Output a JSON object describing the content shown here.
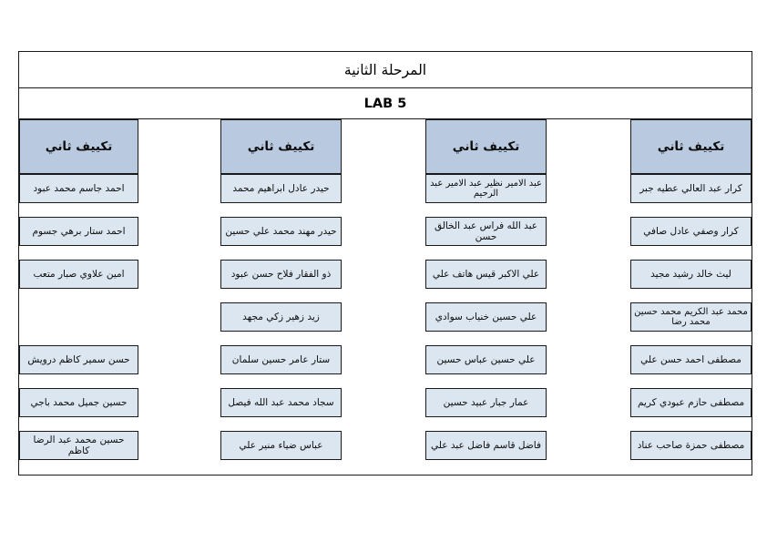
{
  "document": {
    "title": "المرحلة الثانية",
    "lab_label": "LAB 5"
  },
  "group_header_label": "تكييف ثاني",
  "groups": [
    {
      "id": "group-1",
      "header": "تكييف ثاني",
      "names": [
        "كرار عبد العالي عطيه جبر",
        "كرار وصفي عادل صافي",
        "ليث خالد رشيد مجيد",
        "محمد عبد الكريم محمد حسين محمد رضا",
        "مصطفى احمد حسن علي",
        "مصطفى حازم عبودي كريم",
        "مصطفى حمزة صاحب عناد"
      ]
    },
    {
      "id": "group-2",
      "header": "تكييف ثاني",
      "names": [
        "عبد الامير نظير عبد الامير عبد الرحيم",
        "عبد الله فراس عبد الخالق حسن",
        "علي الاكبر قيس هاتف علي",
        "علي حسين خنياب سوادي",
        "علي حسين عباس حسين",
        "عمار جبار عبيد حسين",
        "فاضل قاسم فاضل عبد علي"
      ]
    },
    {
      "id": "group-3",
      "header": "تكييف ثاني",
      "names": [
        "حيدر عادل ابراهيم محمد",
        "حيدر مهند محمد علي حسين",
        "ذو الفقار فلاح حسن عبود",
        "زيد زهير زكي مجهد",
        "ستار عامر حسين سلمان",
        "سجاد محمد عبد الله فيصل",
        "عباس ضياء منير علي"
      ]
    },
    {
      "id": "group-4",
      "header": "تكييف ثاني",
      "names": [
        "احمد جاسم محمد عبود",
        "احمد ستار برهي جسوم",
        "امين علاوي صبار متعب",
        "",
        "حسن سمير كاظم درويش",
        "حسين جميل محمد باجي",
        "حسين محمد عبد الرضا كاظم"
      ]
    }
  ],
  "colors": {
    "header_fill": "#b8c9e0",
    "cell_fill": "#dce6f1",
    "border": "#1a1a1a",
    "page_background": "#ffffff",
    "text": "#0d0d0d"
  }
}
